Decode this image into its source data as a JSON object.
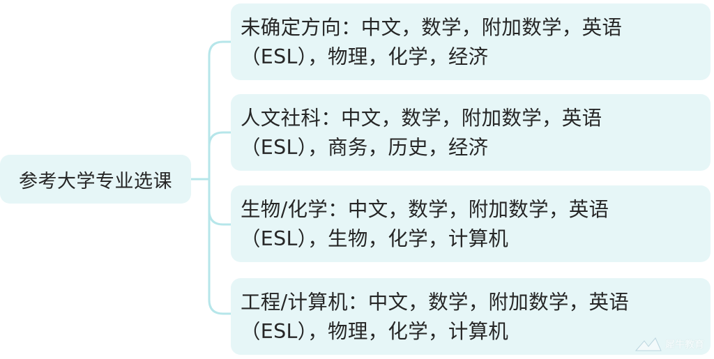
{
  "root": {
    "label": "参考大学专业选课"
  },
  "branches": [
    {
      "line1": "未确定方向：中文，数学，附加数学，英语",
      "line2": "（ESL），物理，化学，经济"
    },
    {
      "line1": "人文社科：中文，数学，附加数学，英语",
      "line2": "（ESL），商务，历史，经济"
    },
    {
      "line1": "生物/化学：中文，数学，附加数学，英语",
      "line2": "（ESL），生物，化学，计算机"
    },
    {
      "line1": "工程/计算机：中文，数学，附加数学，英语",
      "line2": "（ESL），物理，化学，计算机"
    }
  ],
  "watermark": {
    "text": "犀牛教育"
  },
  "colors": {
    "node_fill": "#e6f6f7",
    "connector": "#b6e6ea",
    "text": "#262626"
  }
}
